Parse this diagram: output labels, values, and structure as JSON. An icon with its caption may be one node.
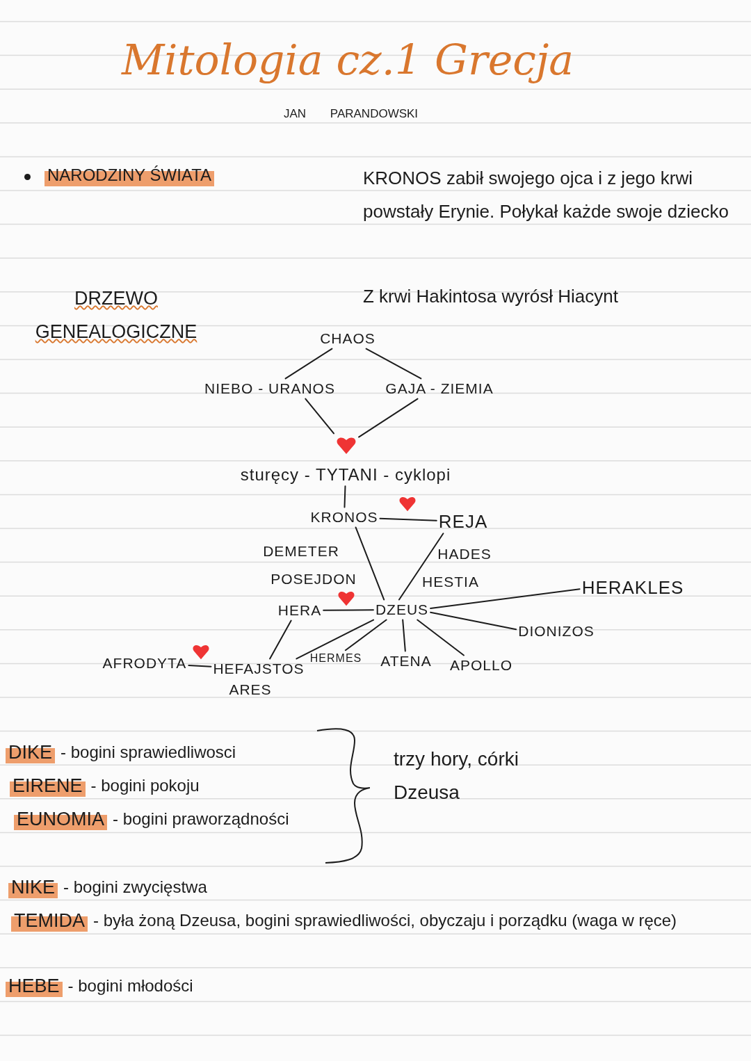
{
  "diagram": {
    "title": "Mitologia cz.1 Grecja",
    "nodes": [
      {
        "text": [
          "CHAOS"
        ]
      },
      {
        "text": [
          "NIEBO - URANOS"
        ]
      },
      {
        "text": [
          "GAJA - ZIEMIA"
        ]
      },
      {
        "text": [],
        "shape": "heart"
      },
      {
        "text": [
          "sturęcy - TYTANI - cyklopi"
        ]
      },
      {
        "text": [
          "KRONOS"
        ]
      },
      {
        "text": [
          "REJA"
        ]
      },
      {
        "text": [
          "DEMETER"
        ]
      },
      {
        "text": [
          "POSEJDON"
        ]
      },
      {
        "text": [
          "HADES"
        ]
      },
      {
        "text": [
          "HESTIA"
        ]
      },
      {
        "text": [
          "HERA"
        ]
      },
      {
        "text": [
          "DZEUS"
        ]
      },
      {
        "text": [
          "HERAKLES"
        ]
      },
      {
        "text": [
          "DIONIZOS"
        ]
      },
      {
        "text": [
          "AFRODYTA"
        ]
      },
      {
        "text": [
          "HEFAJSTOS"
        ]
      },
      {
        "text": [
          "ARES"
        ]
      },
      {
        "text": [
          "HERMES"
        ]
      },
      {
        "text": [
          "ATENA"
        ]
      },
      {
        "text": [
          "APOLLO"
        ]
      }
    ],
    "edges": [
      {
        "from": 0,
        "to": 1,
        "arrow": "none"
      },
      {
        "from": 0,
        "to": 2,
        "arrow": "none"
      },
      {
        "from": 1,
        "to": 3,
        "arrow": "none"
      },
      {
        "from": 2,
        "to": 3,
        "arrow": "none"
      },
      {
        "from": 4,
        "to": 5,
        "arrow": "none"
      },
      {
        "from": 5,
        "to": 6,
        "arrow": "none"
      },
      {
        "from": 5,
        "to": 12,
        "arrow": "none"
      },
      {
        "from": 6,
        "to": 12,
        "arrow": "none"
      },
      {
        "from": 11,
        "to": 12,
        "arrow": "none"
      },
      {
        "from": 12,
        "to": 13,
        "arrow": "none"
      },
      {
        "from": 12,
        "to": 14,
        "arrow": "none"
      },
      {
        "from": 11,
        "to": 16,
        "arrow": "none"
      },
      {
        "from": 12,
        "to": 16,
        "arrow": "none"
      },
      {
        "from": 12,
        "to": 18,
        "arrow": "none"
      },
      {
        "from": 12,
        "to": 19,
        "arrow": "none"
      },
      {
        "from": 12,
        "to": 20,
        "arrow": "none"
      },
      {
        "from": 15,
        "to": 16,
        "arrow": "none"
      }
    ],
    "labels": [
      "JAN PARANDOWSKI",
      "NARODZINY ŚWIATA",
      "KRONOS zabił swojego ojca i z jego krwi powstały Erynie. Połykał każde swoje dziecko",
      "DRZEWO GENEALOGICZNE",
      "Z krwi Hakintosa wyrósł Hiacynt",
      "DIKE",
      "- bogini sprawiedliwosci",
      "EIRENE",
      "- bogini pokoju",
      "EUNOMIA",
      "- bogini praworządności",
      "trzy hory, córki Dzeusa",
      "NIKE",
      "- bogini zwycięstwa",
      "TEMIDA",
      "- była żoną Dzeusa, bogini sprawiedliwości, obyczaju i porządku (waga w ręce)",
      "HEBE",
      "- bogini młodości"
    ]
  }
}
